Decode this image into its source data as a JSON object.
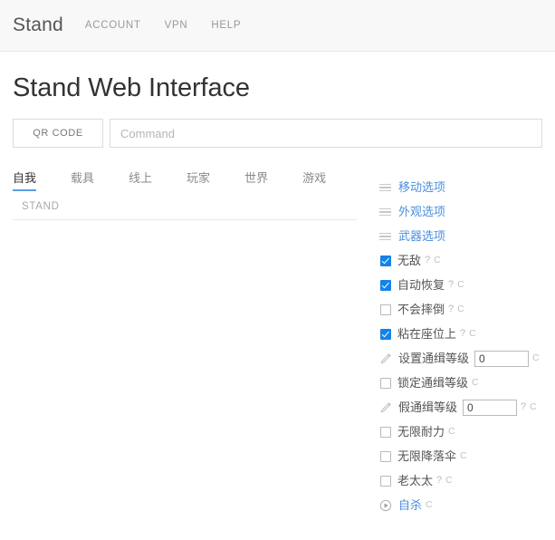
{
  "navbar": {
    "brand": "Stand",
    "links": [
      {
        "label": "ACCOUNT",
        "name": "nav-link-account"
      },
      {
        "label": "VPN",
        "name": "nav-link-vpn"
      },
      {
        "label": "HELP",
        "name": "nav-link-help"
      }
    ]
  },
  "page": {
    "title": "Stand Web Interface"
  },
  "command_bar": {
    "qr_button": "QR CODE",
    "input_value": "",
    "input_placeholder": "Command"
  },
  "tabs": [
    {
      "label": "自我",
      "active": true
    },
    {
      "label": "载具",
      "active": false
    },
    {
      "label": "线上",
      "active": false
    },
    {
      "label": "玩家",
      "active": false
    },
    {
      "label": "世界",
      "active": false
    },
    {
      "label": "游戏",
      "active": false
    }
  ],
  "breadcrumb": "STAND",
  "colors": {
    "link": "#4a8fe0",
    "checkbox_on": "#1383e8",
    "tab_underline": "#5a9fe0",
    "navbar_bg": "#f8f8f8"
  },
  "options": [
    {
      "type": "submenu",
      "icon": "hamburger-icon",
      "label": "移动选项",
      "link": true,
      "help": "",
      "hotkey": ""
    },
    {
      "type": "submenu",
      "icon": "hamburger-icon",
      "label": "外观选项",
      "link": true,
      "help": "",
      "hotkey": ""
    },
    {
      "type": "submenu",
      "icon": "hamburger-icon",
      "label": "武器选项",
      "link": true,
      "help": "",
      "hotkey": ""
    },
    {
      "type": "checkbox",
      "icon": "checkbox-icon",
      "label": "无敌",
      "checked": true,
      "help": "?",
      "hotkey": "C"
    },
    {
      "type": "checkbox",
      "icon": "checkbox-icon",
      "label": "自动恢复",
      "checked": true,
      "help": "?",
      "hotkey": "C"
    },
    {
      "type": "checkbox",
      "icon": "checkbox-icon",
      "label": "不会摔倒",
      "checked": false,
      "help": "?",
      "hotkey": "C"
    },
    {
      "type": "checkbox",
      "icon": "checkbox-icon",
      "label": "粘在座位上",
      "checked": true,
      "help": "?",
      "hotkey": "C"
    },
    {
      "type": "number",
      "icon": "pencil-icon",
      "label": "设置通缉等级",
      "value": "0",
      "help": "",
      "hotkey": "C"
    },
    {
      "type": "checkbox",
      "icon": "checkbox-icon",
      "label": "锁定通缉等级",
      "checked": false,
      "help": "",
      "hotkey": "C"
    },
    {
      "type": "number",
      "icon": "pencil-icon",
      "label": "假通缉等级",
      "value": "0",
      "help": "?",
      "hotkey": "C"
    },
    {
      "type": "checkbox",
      "icon": "checkbox-icon",
      "label": "无限耐力",
      "checked": false,
      "help": "",
      "hotkey": "C"
    },
    {
      "type": "checkbox",
      "icon": "checkbox-icon",
      "label": "无限降落伞",
      "checked": false,
      "help": "",
      "hotkey": "C"
    },
    {
      "type": "checkbox",
      "icon": "checkbox-icon",
      "label": "老太太",
      "checked": false,
      "help": "?",
      "hotkey": "C"
    },
    {
      "type": "action",
      "icon": "play-icon",
      "label": "自杀",
      "link": true,
      "help": "",
      "hotkey": "C"
    }
  ]
}
